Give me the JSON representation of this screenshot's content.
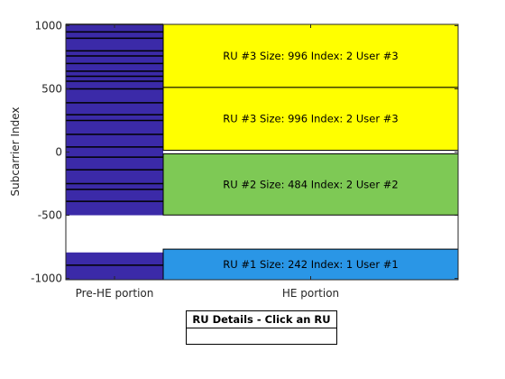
{
  "figure": {
    "ylabel": "Subcarrier Index",
    "y_ticks": [
      "1000",
      "500",
      "0",
      "-500",
      "-1000"
    ],
    "x_ticks": [
      "Pre-HE portion",
      "HE portion"
    ]
  },
  "colors": {
    "pre_he": "#3b2aa8",
    "ru3": "#ffff00",
    "ru2": "#7ec955",
    "ru1": "#2a96e6",
    "divider": "#000000"
  },
  "pre_he_segments": [
    [
      -1010,
      -794
    ],
    [
      -500,
      -250
    ],
    [
      -250,
      0
    ],
    [
      0,
      250
    ],
    [
      250,
      500
    ],
    [
      500,
      760
    ],
    [
      760,
      1010
    ]
  ],
  "pre_he_divider_lines": [
    -895,
    -390,
    -295,
    -250,
    -140,
    -40,
    40,
    140,
    250,
    295,
    390,
    500,
    560,
    600,
    640,
    700,
    760,
    800,
    900,
    950,
    1010
  ],
  "resource_units": [
    {
      "range": [
        -1010,
        -768
      ],
      "color_key": "ru1",
      "label": "RU #1  Size: 242  Index: 1   User #1"
    },
    {
      "range": [
        -498,
        -14
      ],
      "color_key": "ru2",
      "label": "RU #2  Size: 484  Index: 2   User #2"
    },
    {
      "range": [
        14,
        512
      ],
      "color_key": "ru3",
      "label": "RU #3  Size: 996  Index: 2   User #3"
    },
    {
      "range": [
        512,
        1010
      ],
      "color_key": "ru3",
      "label": "RU #3  Size: 996  Index: 2   User #3"
    }
  ],
  "details_panel": {
    "title": "RU Details - Click an RU",
    "body": ""
  }
}
